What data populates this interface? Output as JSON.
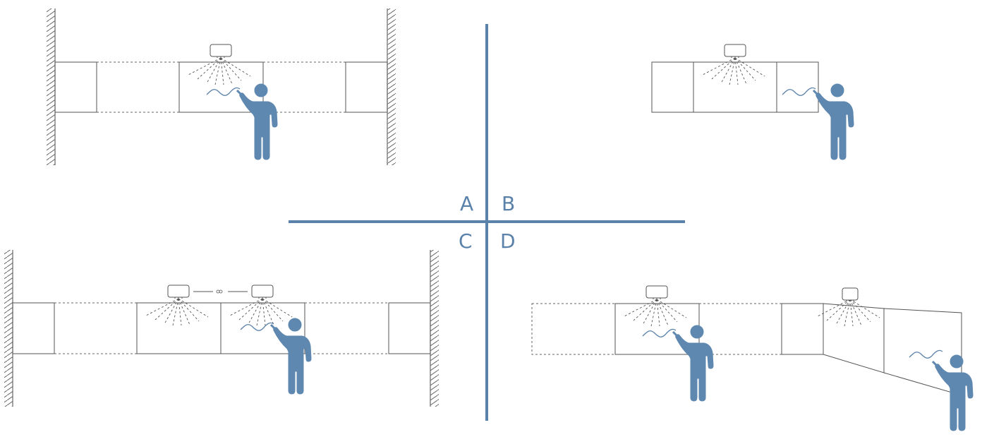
{
  "quadrants": [
    {
      "label": "A"
    },
    {
      "label": "B"
    },
    {
      "label": "C"
    },
    {
      "label": "D"
    }
  ],
  "colors": {
    "accent": "#5b82aa",
    "person": "#5f88b0",
    "line": "#555555"
  },
  "icons": [
    "projector-icon",
    "person-writing-icon",
    "wall-hatch-icon"
  ]
}
